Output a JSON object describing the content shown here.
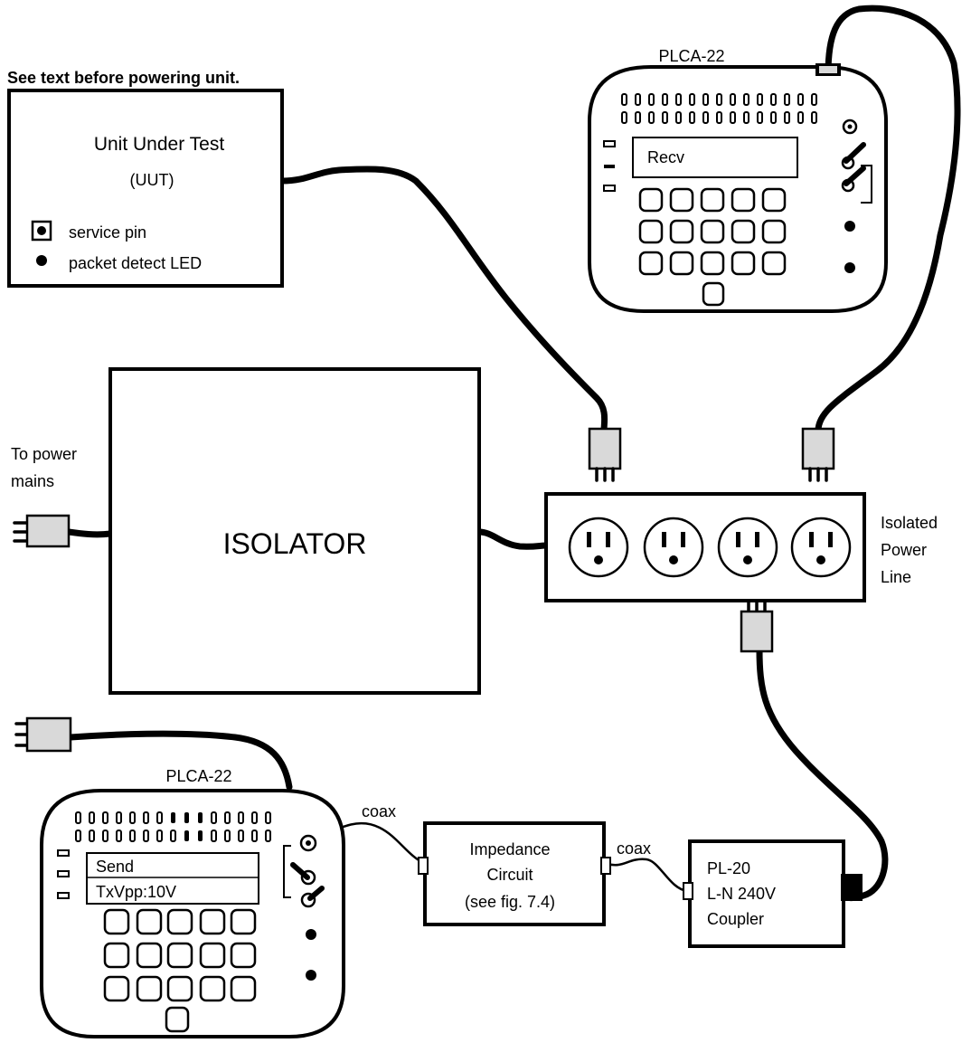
{
  "warning": "See text before powering unit.",
  "uut": {
    "title": "Unit Under Test",
    "abbrev": "(UUT)",
    "legend": [
      {
        "icon": "service-pin-icon",
        "label": "service pin"
      },
      {
        "icon": "led-icon",
        "label": "packet detect LED"
      }
    ]
  },
  "isolator": {
    "label": "ISOLATOR"
  },
  "mains": {
    "label_line1": "To  power",
    "label_line2": "mains"
  },
  "power_strip": {
    "label_line1": "Isolated",
    "label_line2": "Power",
    "label_line3": "Line",
    "outlets": 4
  },
  "receiver": {
    "name": "PLCA-22",
    "display": "Recv"
  },
  "sender": {
    "name": "PLCA-22",
    "display_line1": "Send",
    "display_line2": "TxVpp:10V"
  },
  "impedance": {
    "line1": "Impedance",
    "line2": "Circuit",
    "line3": "(see fig. 7.4)"
  },
  "coupler": {
    "line1": "PL-20",
    "line2": "L-N 240V",
    "line3": "Coupler"
  },
  "cables": {
    "coax_1": "coax",
    "coax_2": "coax"
  },
  "colors": {
    "line": "#000000",
    "plug_fill": "#d9d9d9",
    "background": "#ffffff"
  }
}
